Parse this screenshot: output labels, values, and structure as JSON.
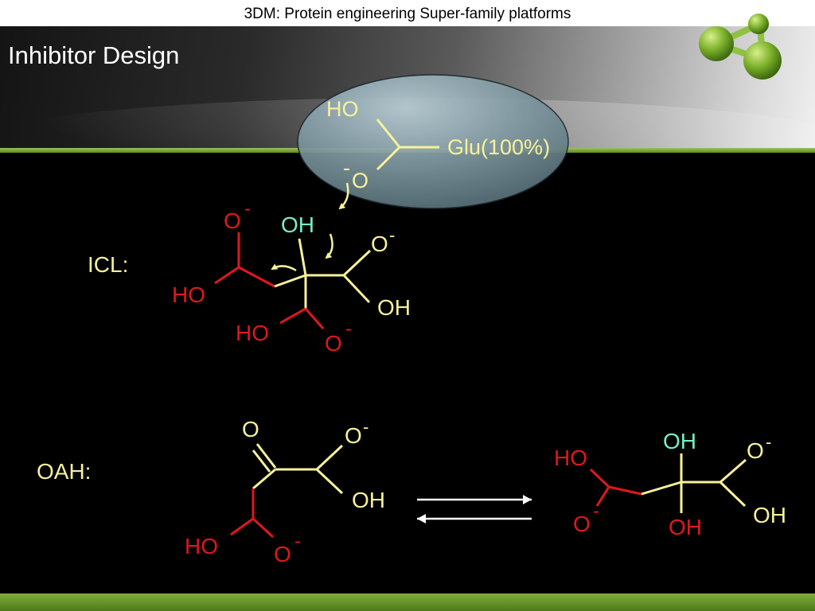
{
  "header": {
    "top_text": "3DM: Protein engineering Super-family platforms",
    "title": "Inhibitor Design"
  },
  "colors": {
    "yellow": "#f7f199",
    "red": "#e0171c",
    "cyan": "#74f0c4",
    "green_accent": "#78b334"
  },
  "glu": {
    "ho": "HO",
    "o": "O",
    "o_charge": "-",
    "residue": "Glu(100%)"
  },
  "icl": {
    "label": "ICL:",
    "o_top": "O",
    "o_top_charge": "-",
    "ho_left": "HO",
    "oh_center": "OH",
    "o_right": "O",
    "o_right_charge": "-",
    "oh_right": "OH",
    "ho_bottom": "HO",
    "o_bottom": "O",
    "o_bottom_charge": "-"
  },
  "oah": {
    "label": "OAH:",
    "o_keto": "O",
    "o_right": "O",
    "o_right_charge": "-",
    "oh_right": "OH",
    "ho_bottom": "HO",
    "o_bottom": "O",
    "o_bottom_charge": "-"
  },
  "product": {
    "ho_left": "HO",
    "oh_top": "OH",
    "o_right": "O",
    "o_right_charge": "-",
    "oh_right": "OH",
    "o_bottom": "O",
    "o_bottom_charge": "-",
    "oh_bottom": "OH"
  }
}
